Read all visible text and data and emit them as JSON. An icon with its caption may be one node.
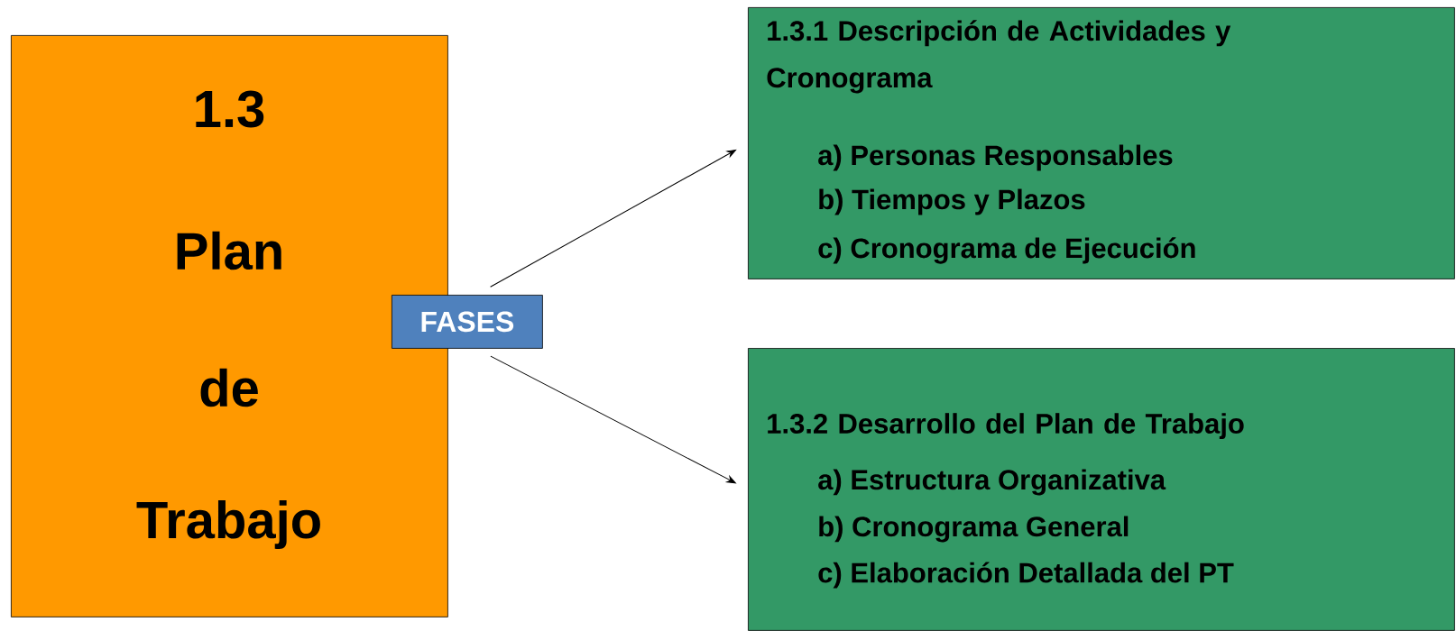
{
  "diagram": {
    "nodes": [
      {
        "text": [
          "1.3",
          "Plan",
          "de",
          "Trabajo"
        ]
      },
      {
        "text": [
          "FASES"
        ]
      },
      {
        "text": [
          "1.3.1 Descripción de Actividades y Cronograma",
          "a) Personas Responsables",
          "b) Tiempos y Plazos",
          "c) Cronograma de Ejecución"
        ]
      },
      {
        "text": [
          "1.3.2 Desarrollo del Plan de Trabajo",
          "a) Estructura Organizativa",
          "b) Cronograma General",
          "c) Elaboración Detallada del PT"
        ]
      }
    ],
    "edges": [
      {
        "from": 1,
        "to": 2,
        "arrow": "to"
      },
      {
        "from": 1,
        "to": 3,
        "arrow": "to"
      }
    ]
  }
}
